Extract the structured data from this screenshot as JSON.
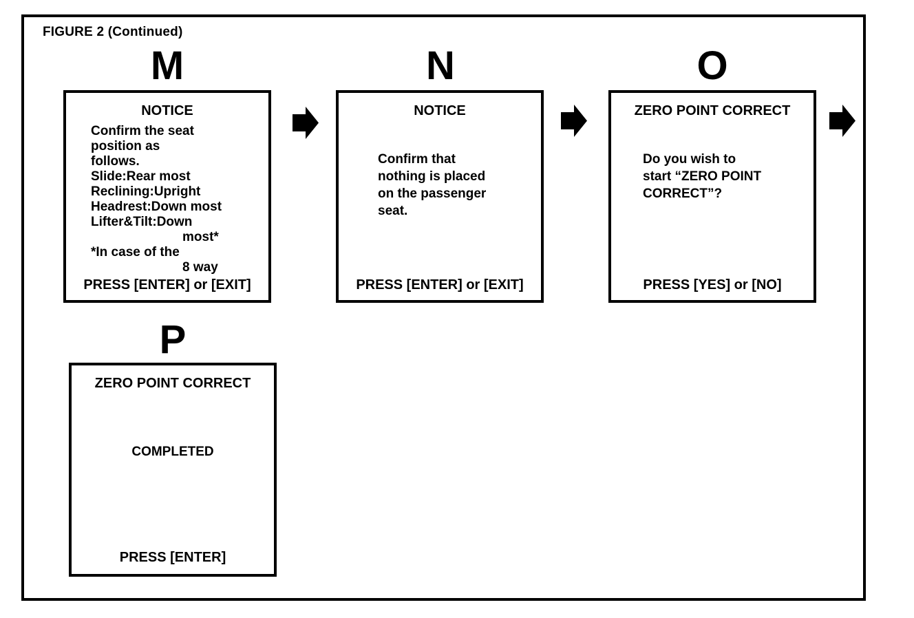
{
  "figure": {
    "title": "FIGURE 2 (Continued)"
  },
  "colors": {
    "ink": "#000000",
    "background": "#ffffff"
  },
  "screens": [
    {
      "label": "M",
      "header": "NOTICE",
      "body": {
        "lines": [
          "Confirm the seat",
          "position as",
          "follows.",
          "Slide:Rear most",
          "Reclining:Upright",
          "Headrest:Down most",
          "Lifter&Tilt:Down",
          "most*",
          "*In case of the",
          "8 way"
        ]
      },
      "footer": "PRESS [ENTER] or [EXIT]"
    },
    {
      "label": "N",
      "header": "NOTICE",
      "body": {
        "lines": [
          "Confirm that",
          "nothing is placed",
          "on the passenger",
          "seat."
        ]
      },
      "footer": "PRESS [ENTER] or [EXIT]"
    },
    {
      "label": "O",
      "header": "ZERO POINT CORRECT",
      "body": {
        "lines": [
          "Do you wish to",
          "start “ZERO POINT",
          "CORRECT”?"
        ]
      },
      "footer": "PRESS [YES] or [NO]"
    },
    {
      "label": "P",
      "header": "ZERO POINT CORRECT",
      "body": {
        "lines": [
          "COMPLETED"
        ]
      },
      "footer": "PRESS [ENTER]"
    }
  ],
  "arrows": [
    {
      "name": "arrow-m-to-n",
      "direction": "right"
    },
    {
      "name": "arrow-n-to-o",
      "direction": "right"
    },
    {
      "name": "arrow-o-to-next",
      "direction": "right"
    }
  ]
}
